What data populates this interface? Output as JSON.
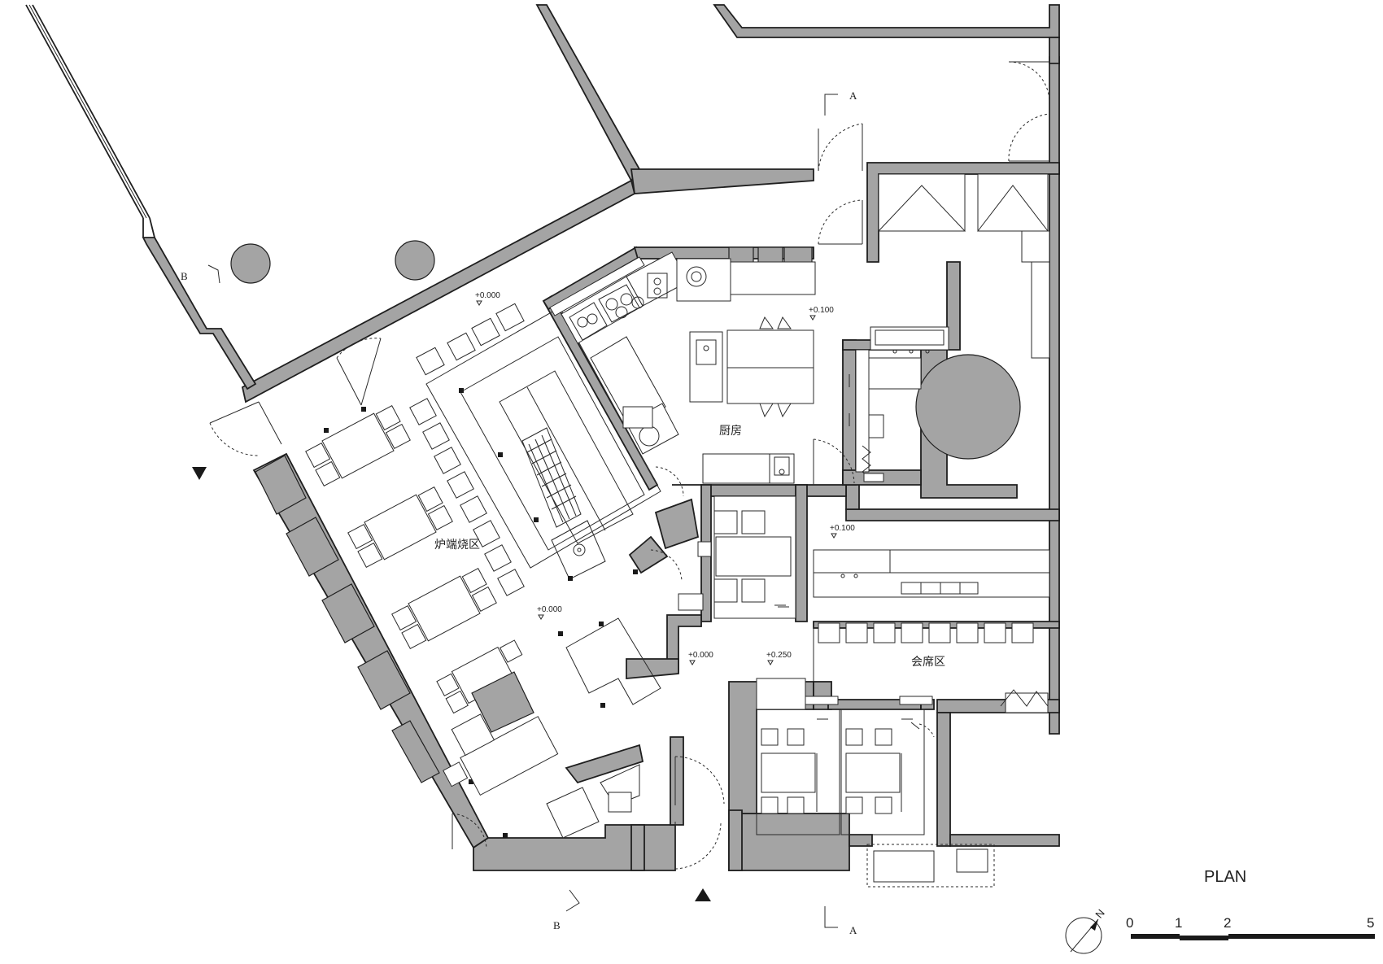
{
  "title": "PLAN",
  "rooms": {
    "grill_area": "炉端烧区",
    "kitchen": "厨房",
    "banquet_area": "会席区"
  },
  "levels": {
    "grill_top": "+0.000",
    "grill_bottom": "+0.000",
    "entry": "+0.000",
    "kitchen": "+0.100",
    "kitchen_lower": "+0.100",
    "banquet": "+0.250"
  },
  "sections": {
    "a_top": "A",
    "a_bottom": "A",
    "b_left": "B",
    "b_bottom": "B"
  },
  "north": "N",
  "scale": {
    "ticks": [
      "0",
      "1",
      "2",
      "5"
    ]
  },
  "colors": {
    "wall_fill": "#a4a4a4",
    "line": "#1f1f1f"
  }
}
